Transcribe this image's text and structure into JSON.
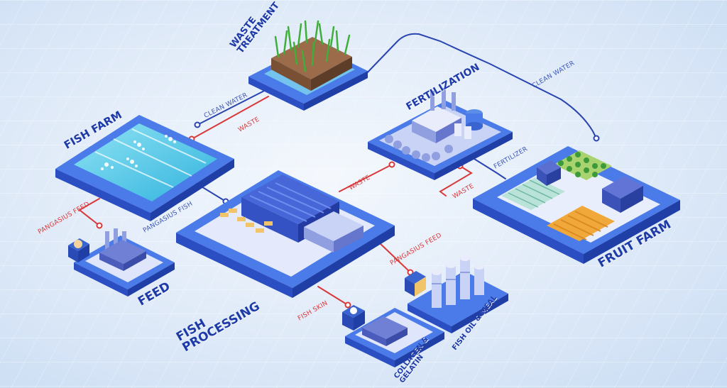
{
  "nodes": {
    "waste_treatment": {
      "title": "WASTE\nTREATMENT"
    },
    "fish_farm": {
      "title": "FISH FARM"
    },
    "fertilization": {
      "title": "FERTILIZATION"
    },
    "fish_processing": {
      "title": "FISH\nPROCESSING"
    },
    "feed": {
      "title": "FEED"
    },
    "fruit_farm": {
      "title": "FRUIT FARM"
    },
    "fish_oil_meal": {
      "title": "FISH OIL & MEAL"
    },
    "collagen_gelatin": {
      "title": "COLLAGEN &\nGELATIN"
    }
  },
  "flows": {
    "clean_water_1": "CLEAN WATER",
    "waste_1": "WASTE",
    "clean_water_2": "CLEAN WATER",
    "pangasius_fish": "PANGASIUS FISH",
    "pangasius_feed_1": "PANGASIUS FEED",
    "waste_2": "WASTE",
    "fertilizer": "FERTILIZER",
    "waste_3": "WASTE",
    "pangasius_feed_2": "PANGASIUS FEED",
    "fish_skin": "FISH SKIN"
  },
  "colors": {
    "platform_top": "#5d8ef0",
    "platform_side": "#2c4fc6",
    "title": "#1d3aa8",
    "waste_line": "#d9383a",
    "water_line": "#2a45b0"
  }
}
